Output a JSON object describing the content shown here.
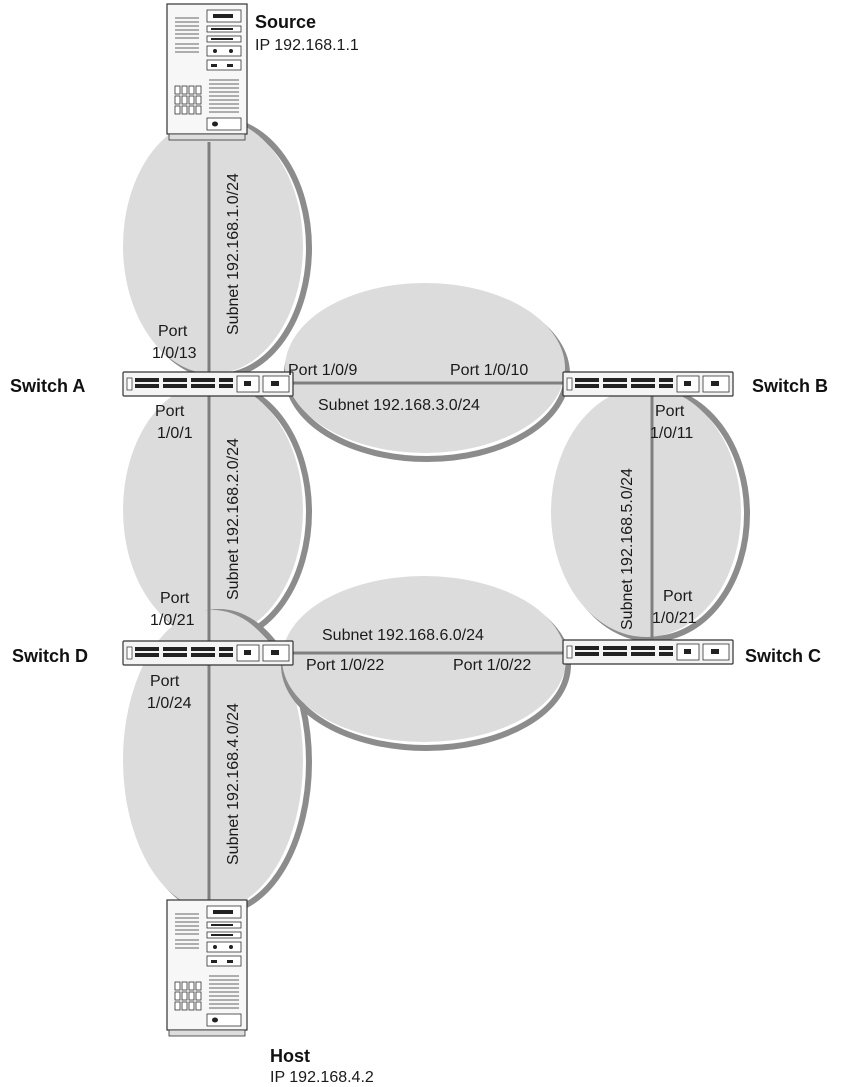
{
  "nodes": {
    "source": {
      "name": "Source",
      "ip": "IP 192.168.1.1"
    },
    "host": {
      "name": "Host",
      "ip": "IP 192.168.4.2"
    },
    "switch_a": {
      "name": "Switch A"
    },
    "switch_b": {
      "name": "Switch B"
    },
    "switch_c": {
      "name": "Switch C"
    },
    "switch_d": {
      "name": "Switch D"
    }
  },
  "subnets": {
    "s1": "Subnet 192.168.1.0/24",
    "s2": "Subnet 192.168.2.0/24",
    "s3": "Subnet 192.168.3.0/24",
    "s4": "Subnet 192.168.4.0/24",
    "s5": "Subnet 192.168.5.0/24",
    "s6": "Subnet 192.168.6.0/24"
  },
  "ports": {
    "a_13": [
      "Port",
      "1/0/13"
    ],
    "a_1": [
      "Port",
      "1/0/1"
    ],
    "a_9": "Port 1/0/9",
    "b_10": "Port 1/0/10",
    "b_11": [
      "Port",
      "1/0/11"
    ],
    "c_21": [
      "Port",
      "1/0/21"
    ],
    "c_22": "Port 1/0/22",
    "d_21": [
      "Port",
      "1/0/21"
    ],
    "d_22": "Port 1/0/22",
    "d_24": [
      "Port",
      "1/0/24"
    ]
  },
  "colors": {
    "ellipse_fill": "#dcdcdc",
    "ellipse_shadow": "#8c8c8c",
    "link": "#7f7f7f"
  },
  "icons": {
    "server": "server-tower-icon",
    "switch": "network-switch-icon"
  }
}
